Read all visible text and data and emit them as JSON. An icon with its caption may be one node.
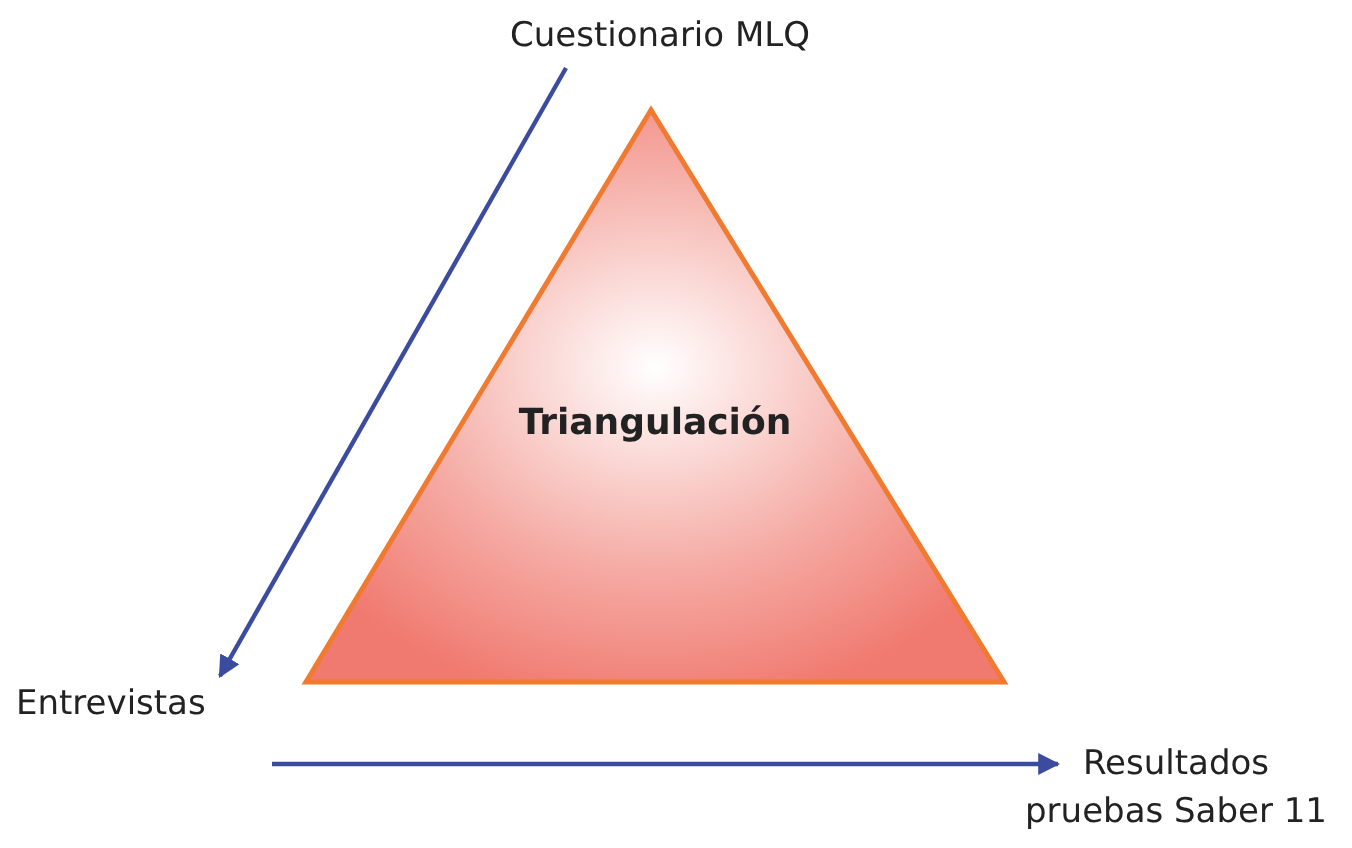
{
  "diagram": {
    "nodes": [
      {
        "text": [
          "Cuestionario MLQ"
        ]
      },
      {
        "text": [
          "Triangulación"
        ]
      },
      {
        "text": [
          "Entrevistas"
        ]
      },
      {
        "text": [
          "Resultados pruebas Saber 11"
        ]
      }
    ],
    "edges": [
      {
        "from": 0,
        "to": 2,
        "arrow": "to"
      },
      {
        "from": 2,
        "to": 3,
        "arrow": "to"
      }
    ]
  }
}
